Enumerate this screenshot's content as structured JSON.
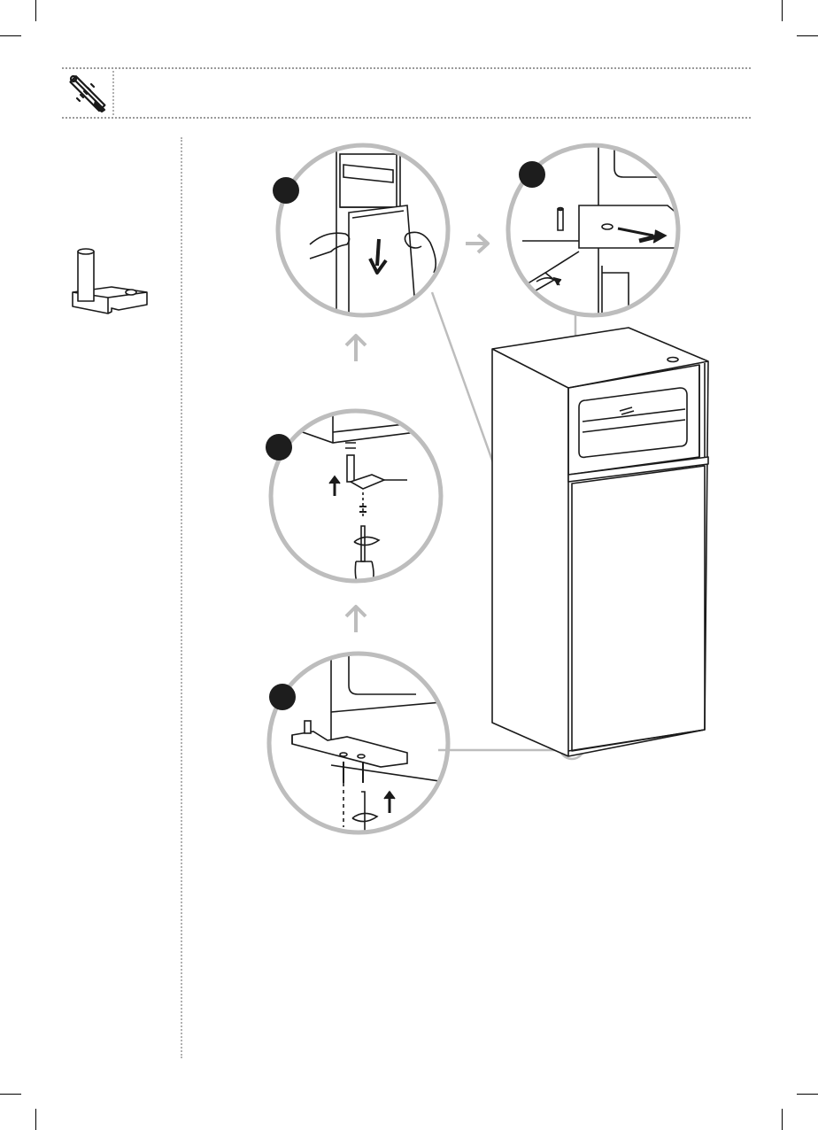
{
  "page": {
    "header_icon": "tools-icon",
    "steps": [
      {
        "id": "step-remove-door"
      },
      {
        "id": "step-unscrew-hinge"
      },
      {
        "id": "step-fit-hinge-pin"
      },
      {
        "id": "step-fit-bottom-hinge"
      }
    ],
    "part_icon": "hinge-pin-icon"
  },
  "colors": {
    "line": "#1a1a1a",
    "grey": "#bdbdbd",
    "callout": "#1d1d1d"
  }
}
